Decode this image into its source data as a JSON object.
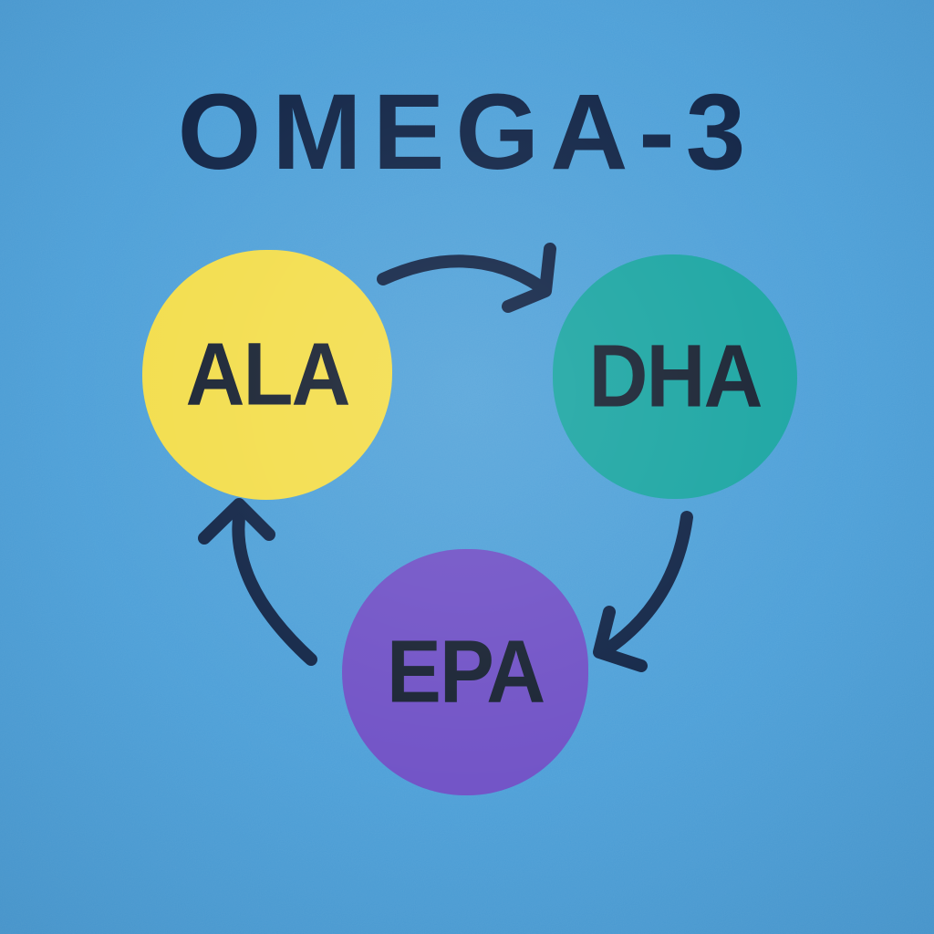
{
  "title": "OMEGA-3",
  "colors": {
    "background": "#4A9ED7",
    "ink": "#16294A",
    "ala": "#F3DE4F",
    "dha": "#1FA7A4",
    "epa": "#7355C7"
  },
  "diagram": {
    "type": "cycle",
    "description": "Omega-3 fatty acid conversion cycle",
    "nodes": [
      {
        "id": "ala",
        "label": "ALA",
        "color": "#F3DE4F"
      },
      {
        "id": "dha",
        "label": "DHA",
        "color": "#1FA7A4"
      },
      {
        "id": "epa",
        "label": "EPA",
        "color": "#7355C7"
      }
    ],
    "edges": [
      {
        "from": "ALA",
        "to": "DHA"
      },
      {
        "from": "DHA",
        "to": "EPA"
      },
      {
        "from": "EPA",
        "to": "ALA"
      }
    ]
  }
}
